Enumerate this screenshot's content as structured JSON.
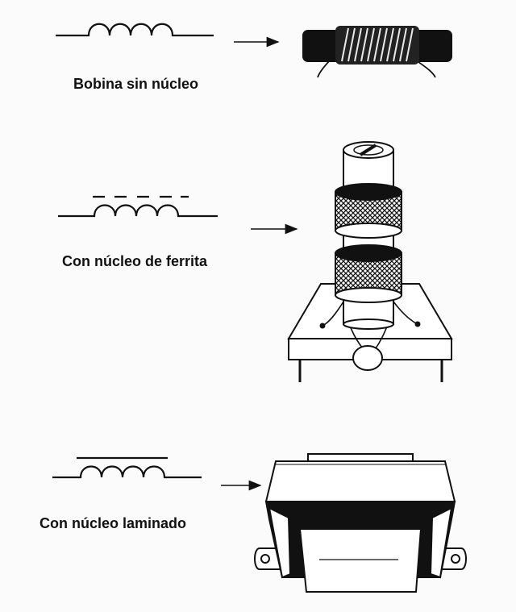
{
  "figure": {
    "rows": [
      {
        "id": "air-core",
        "label": "Bobina sin núcleo"
      },
      {
        "id": "ferrite-core",
        "label": "Con núcleo de ferrita"
      },
      {
        "id": "laminated-core",
        "label": "Con núcleo laminado"
      }
    ]
  },
  "colors": {
    "ink": "#111111",
    "paper": "#fbfbfb"
  }
}
